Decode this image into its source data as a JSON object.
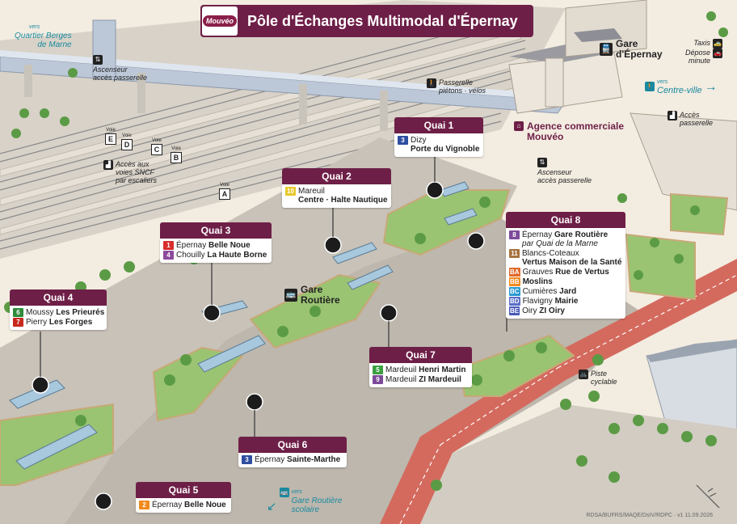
{
  "title": "Pôle d'Échanges Multimodal d'Épernay",
  "logo_text": "Mouvéo",
  "colors": {
    "header": "#6e1f47",
    "road": "#b9b4ad",
    "rail": "#8a8a8a",
    "cycle_lane": "#c8514c",
    "grass": "#9ac472",
    "tree": "#5b9b45",
    "teal": "#1a8aa0"
  },
  "quais": [
    {
      "id": "quai-1",
      "name": "Quai 1",
      "lines": [
        {
          "num": "3",
          "color": "#2f4ea0",
          "text": "Dizy",
          "bold": "Porte du Vignoble",
          "br": true
        }
      ]
    },
    {
      "id": "quai-2",
      "name": "Quai 2",
      "lines": [
        {
          "num": "10",
          "color": "#e8c82a",
          "text": "Mareuil",
          "bold": "Centre · Halte Nautique",
          "br": true
        }
      ]
    },
    {
      "id": "quai-3",
      "name": "Quai 3",
      "lines": [
        {
          "num": "1",
          "color": "#d82d2d",
          "text": "Épernay",
          "bold": "Belle Noue"
        },
        {
          "num": "4",
          "color": "#8c4a9c",
          "text": "Chouilly",
          "bold": "La Haute Borne"
        }
      ]
    },
    {
      "id": "quai-4",
      "name": "Quai 4",
      "lines": [
        {
          "num": "6",
          "color": "#2e8b3a",
          "text": "Moussy",
          "bold": "Les Prieurés"
        },
        {
          "num": "7",
          "color": "#c8281e",
          "text": "Pierry",
          "bold": "Les Forges"
        }
      ]
    },
    {
      "id": "quai-5",
      "name": "Quai 5",
      "lines": [
        {
          "num": "2",
          "color": "#f08a1c",
          "text": "Épernay",
          "bold": "Belle Noue"
        }
      ]
    },
    {
      "id": "quai-6",
      "name": "Quai 6",
      "lines": [
        {
          "num": "3",
          "color": "#2f4ea0",
          "text": "Épernay",
          "bold": "Sainte-Marthe"
        }
      ]
    },
    {
      "id": "quai-7",
      "name": "Quai 7",
      "lines": [
        {
          "num": "5",
          "color": "#3ba040",
          "text": "Mardeuil",
          "bold": "Henri Martin"
        },
        {
          "num": "9",
          "color": "#7d4a9a",
          "text": "Mardeuil",
          "bold": "ZI Mardeuil"
        }
      ]
    },
    {
      "id": "quai-8",
      "name": "Quai 8",
      "lines": [
        {
          "num": "8",
          "color": "#7d4a9a",
          "text": "Épernay",
          "bold": "Gare Routière",
          "sub": "par Quai de la Marne"
        },
        {
          "num": "11",
          "color": "#a5723e",
          "text": "Blancs-Coteaux",
          "bold": "Vertus Maison de la Santé",
          "br": true
        },
        {
          "num": "BA",
          "color": "#e06a2a",
          "text": "Grauves",
          "bold": "Rue de Vertus"
        },
        {
          "num": "BB",
          "color": "#f08a1c",
          "text": "",
          "bold": "Moslins"
        },
        {
          "num": "BC",
          "color": "#2a9ad0",
          "text": "Cumières",
          "bold": "Jard"
        },
        {
          "num": "BD",
          "color": "#5a6ec8",
          "text": "Flavigny",
          "bold": "Mairie"
        },
        {
          "num": "BE",
          "color": "#4a5ab8",
          "text": "Oiry",
          "bold": "ZI Oiry"
        }
      ]
    }
  ],
  "labels": {
    "vers": "vers",
    "quartier": "Quartier Berges\nde Marne",
    "ascenseur_left": "Ascenseur\naccès passerelle",
    "passerelle": "Passerelle\npiétons · vélos",
    "gare": "Gare\nd'Épernay",
    "taxis": "Taxis",
    "depose": "Dépose\nminute",
    "centre": "Centre-ville",
    "acces_passerelle": "Accès\npasserelle",
    "agence": "Agence commerciale\nMouvéo",
    "ascenseur_right": "Ascenseur\naccès passerelle",
    "acces_voies": "Accès aux\nvoies SNCF\npar escaliers",
    "gare_routiere": "Gare\nRoutière",
    "piste": "Piste\ncyclable",
    "gare_scolaire": "Gare Routière\nscolaire",
    "voie": "Voie",
    "voies": [
      "E",
      "D",
      "C",
      "B",
      "A"
    ]
  },
  "footer": "RDSA/BUFRS/MAQE/DsIV/RDPC · v1 11.09.2026"
}
